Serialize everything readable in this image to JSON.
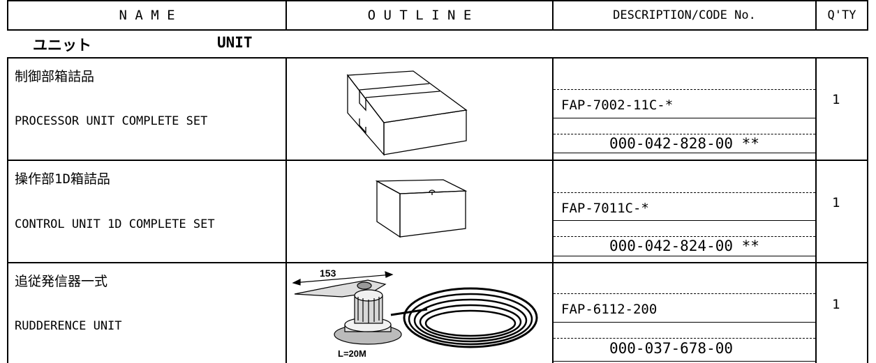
{
  "header": {
    "name": "N A M E",
    "outline": "O U T L I N E",
    "description": "DESCRIPTION/CODE No.",
    "qty": "Q'TY"
  },
  "section": {
    "label_jp": "ユニット",
    "label_en": "UNIT"
  },
  "rows": [
    {
      "name_jp": "制御部箱詰品",
      "name_en": "PROCESSOR UNIT COMPLETE SET",
      "description": "FAP-7002-11C-*",
      "code_no": "000-042-828-00 **",
      "qty": "1",
      "outline_icon": "box-large-icon"
    },
    {
      "name_jp": "操作部1D箱詰品",
      "name_en": "CONTROL UNIT 1D COMPLETE SET",
      "description": "FAP-7011C-*",
      "code_no": "000-042-824-00 **",
      "qty": "1",
      "outline_icon": "box-small-icon"
    },
    {
      "name_jp": "追従発信器一式",
      "name_en": "RUDDERENCE UNIT",
      "description": "FAP-6112-200",
      "code_no": "000-037-678-00",
      "qty": "1",
      "outline_icon": "rudder-reference-unit-icon",
      "outline_dimension": "153",
      "outline_cable_length": "L=20M"
    }
  ]
}
